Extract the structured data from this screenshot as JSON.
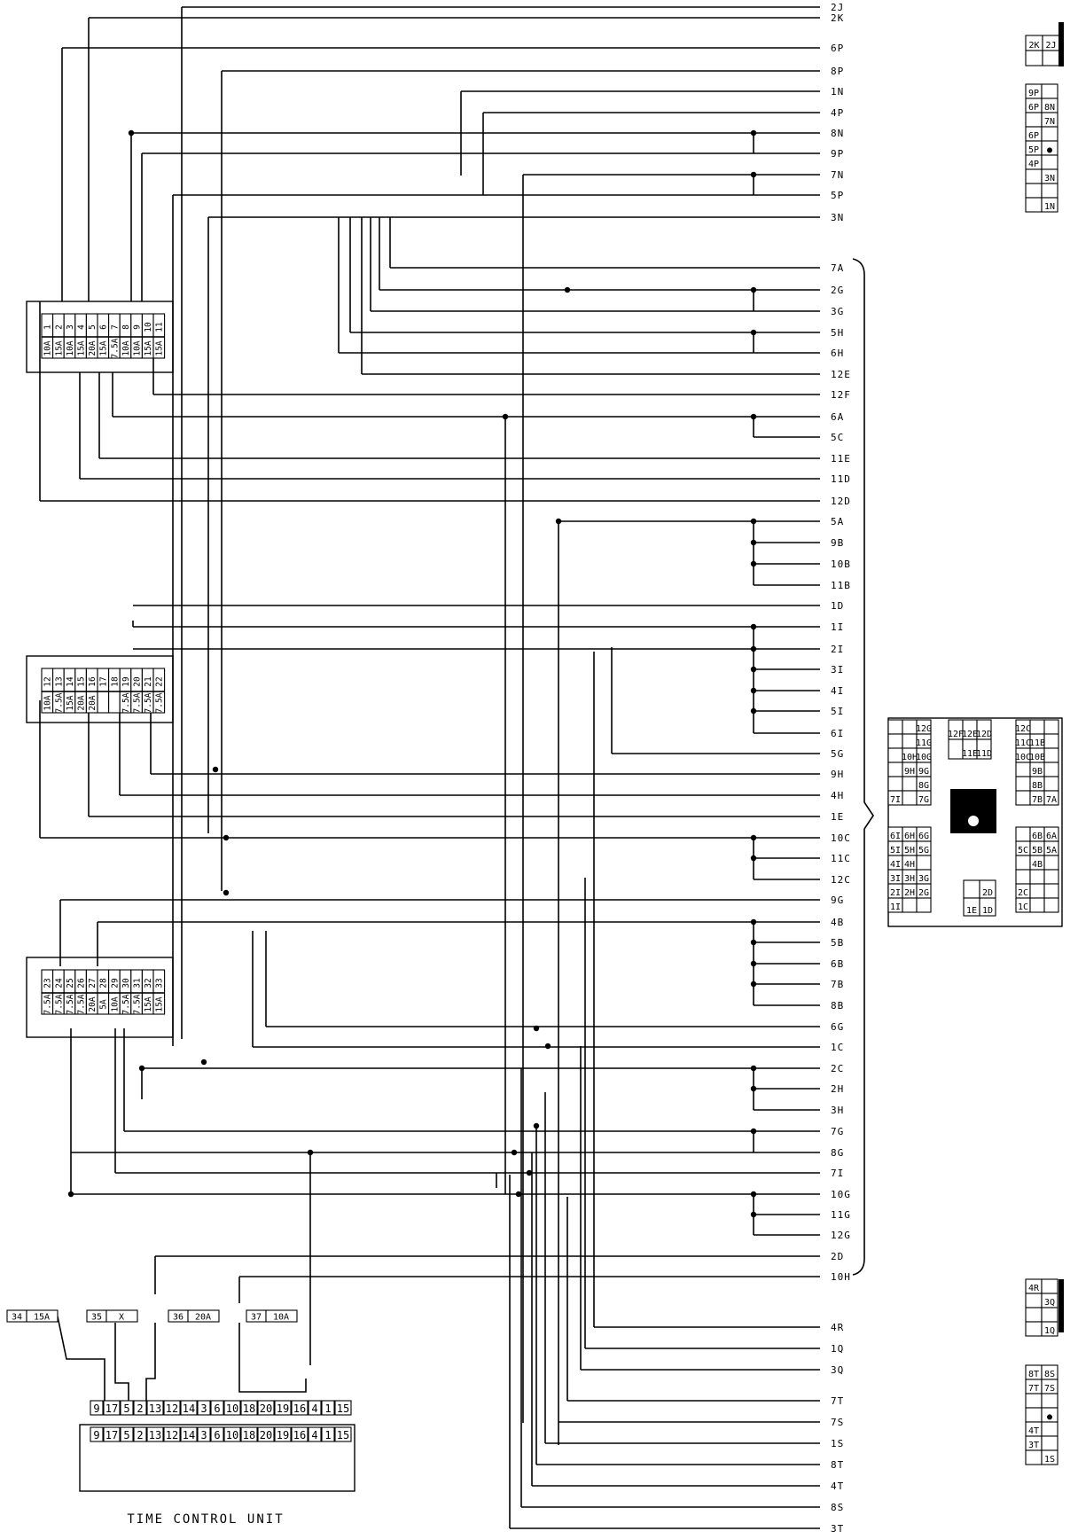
{
  "right_labels": [
    "2J",
    "2K",
    "6P",
    "8P",
    "1N",
    "4P",
    "8N",
    "9P",
    "7N",
    "5P",
    "3N",
    "7A",
    "2G",
    "3G",
    "5H",
    "6H",
    "12E",
    "12F",
    "6A",
    "5C",
    "11E",
    "11D",
    "12D",
    "5A",
    "9B",
    "10B",
    "11B",
    "1D",
    "1I",
    "2I",
    "3I",
    "4I",
    "5I",
    "6I",
    "5G",
    "9H",
    "4H",
    "1E",
    "10C",
    "11C",
    "12C",
    "9G",
    "4B",
    "5B",
    "6B",
    "7B",
    "8B",
    "6G",
    "1C",
    "2C",
    "2H",
    "3H",
    "7G",
    "8G",
    "7I",
    "10G",
    "11G",
    "12G",
    "2D",
    "10H",
    "4R",
    "1Q",
    "3Q",
    "7T",
    "7S",
    "1S",
    "8T",
    "4T",
    "8S",
    "3T"
  ],
  "fuse_blocks": [
    {
      "name": "fuse-block-top",
      "fuses": [
        {
          "n": "1",
          "a": "10A"
        },
        {
          "n": "2",
          "a": "15A"
        },
        {
          "n": "3",
          "a": "10A"
        },
        {
          "n": "4",
          "a": "15A"
        },
        {
          "n": "5",
          "a": "20A"
        },
        {
          "n": "6",
          "a": "15A"
        },
        {
          "n": "7",
          "a": "7.5A"
        },
        {
          "n": "8",
          "a": "10A"
        },
        {
          "n": "9",
          "a": "10A"
        },
        {
          "n": "10",
          "a": "15A"
        },
        {
          "n": "11",
          "a": "15A"
        }
      ]
    },
    {
      "name": "fuse-block-middle",
      "fuses": [
        {
          "n": "12",
          "a": "10A"
        },
        {
          "n": "13",
          "a": "7.5A"
        },
        {
          "n": "14",
          "a": "15A"
        },
        {
          "n": "15",
          "a": "20A"
        },
        {
          "n": "16",
          "a": "20A"
        },
        {
          "n": "17",
          "a": ""
        },
        {
          "n": "18",
          "a": ""
        },
        {
          "n": "19",
          "a": "7.5A"
        },
        {
          "n": "20",
          "a": "7.5A"
        },
        {
          "n": "21",
          "a": "7.5A"
        },
        {
          "n": "22",
          "a": "7.5A"
        }
      ]
    },
    {
      "name": "fuse-block-bottom",
      "fuses": [
        {
          "n": "23",
          "a": "7.5A"
        },
        {
          "n": "24",
          "a": "7.5A"
        },
        {
          "n": "25",
          "a": "7.5A"
        },
        {
          "n": "26",
          "a": "7.5A"
        },
        {
          "n": "27",
          "a": "20A"
        },
        {
          "n": "28",
          "a": "5A"
        },
        {
          "n": "29",
          "a": "10A"
        },
        {
          "n": "30",
          "a": "7.5A"
        },
        {
          "n": "31",
          "a": "7.5A"
        },
        {
          "n": "32",
          "a": "15A"
        },
        {
          "n": "33",
          "a": "15A"
        }
      ]
    }
  ],
  "extra_fuses": [
    {
      "n": "34",
      "a": "15A"
    },
    {
      "n": "35",
      "a": "X"
    },
    {
      "n": "36",
      "a": "20A"
    },
    {
      "n": "37",
      "a": "10A"
    }
  ],
  "tcu_pins": [
    "9",
    "17",
    "5",
    "2",
    "13",
    "12",
    "14",
    "3",
    "6",
    "10",
    "18",
    "20",
    "19",
    "16",
    "4",
    "1",
    "15"
  ],
  "tcu_title": "TIME CONTROL UNIT",
  "connectors": {
    "c2k": [
      [
        "2K",
        "2J"
      ],
      [
        "",
        ""
      ]
    ],
    "cp": [
      [
        "9P",
        ""
      ],
      [
        "6P",
        "8N"
      ],
      [
        "",
        "7N"
      ],
      [
        "6P",
        ""
      ],
      [
        "5P",
        "●"
      ],
      [
        "4P",
        ""
      ],
      [
        "",
        "3N"
      ],
      [
        "",
        ""
      ],
      [
        "",
        "1N"
      ]
    ],
    "cr": [
      [
        "4R",
        ""
      ],
      [
        "",
        "3Q"
      ],
      [
        "",
        ""
      ],
      [
        "",
        "1Q"
      ]
    ],
    "ct": [
      [
        "8T",
        "8S"
      ],
      [
        "7T",
        "7S"
      ],
      [
        "",
        ""
      ],
      [
        "",
        "●"
      ],
      [
        "4T",
        ""
      ],
      [
        "3T",
        ""
      ],
      [
        "",
        "1S"
      ]
    ],
    "main": {
      "top_left": [
        [
          "",
          "",
          "12G"
        ],
        [
          "",
          "",
          "11G"
        ],
        [
          "",
          "10H",
          "10G"
        ],
        [
          "",
          "9H",
          "9G"
        ],
        [
          "",
          "",
          "8G"
        ],
        [
          "7I",
          "",
          "7G"
        ]
      ],
      "top_mid": [
        [
          "12F",
          "12E",
          "12D"
        ],
        [
          "",
          "11E",
          "11D"
        ]
      ],
      "top_right": [
        [
          "12C",
          "",
          ""
        ],
        [
          "11C",
          "11B",
          ""
        ],
        [
          "10C",
          "10B",
          ""
        ],
        [
          "",
          "9B",
          ""
        ],
        [
          "",
          "8B",
          ""
        ],
        [
          "",
          "7B",
          "7A"
        ]
      ],
      "bot_left": [
        [
          "6I",
          "6H",
          "6G"
        ],
        [
          "5I",
          "5H",
          "5G"
        ],
        [
          "4I",
          "4H",
          ""
        ],
        [
          "3I",
          "3H",
          "3G"
        ],
        [
          "2I",
          "2H",
          "2G"
        ],
        [
          "1I",
          "",
          ""
        ]
      ],
      "bot_mid": [
        [
          "",
          "2D"
        ],
        [
          "1E",
          "1D"
        ]
      ],
      "bot_right": [
        [
          "",
          "6B",
          "6A"
        ],
        [
          "5C",
          "5B",
          "5A"
        ],
        [
          "",
          "4B",
          ""
        ],
        [
          "",
          "",
          ""
        ],
        [
          "2C",
          "",
          ""
        ],
        [
          "1C",
          "",
          ""
        ]
      ]
    }
  }
}
